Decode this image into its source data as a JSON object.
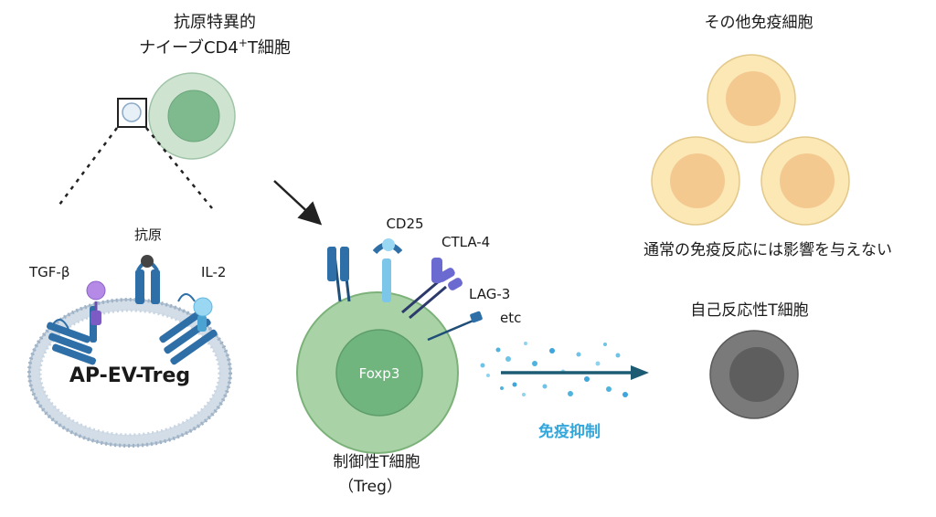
{
  "texts": {
    "naive_title_line1": "抗原特異的",
    "naive_title_line2_main": "ナイーブCD4",
    "naive_title_line2_sup": "+",
    "naive_title_line2_tail": "T細胞",
    "tgf": "TGF-β",
    "antigen": "抗原",
    "il2": "IL-2",
    "vesicle_label": "AP-EV-Treg",
    "cd25": "CD25",
    "ctla4": "CTLA-4",
    "lag3": "LAG-3",
    "etc": "etc",
    "foxp3": "Foxp3",
    "treg_line1": "制御性T細胞",
    "treg_line2": "（Treg）",
    "suppression": "免疫抑制",
    "other_cells": "その他免疫細胞",
    "no_effect": "通常の免疫反応には影響を与えない",
    "autoreactive": "自己反応性T細胞"
  },
  "colors": {
    "naive_outer": "#cfe3d1",
    "naive_inner": "#7fba8e",
    "treg_outer": "#a9d3a7",
    "treg_inner": "#6fb57d",
    "receptor_blue": "#2e6fa8",
    "ligand_purple": "#9b74d6",
    "il2_blue": "#7cc6ea",
    "immune_outer": "#fbe8b5",
    "immune_inner": "#f4c990",
    "autoreactive_outer": "#7a7a7a",
    "autoreactive_inner": "#5e5e5e",
    "arrow_teal": "#1c5b72",
    "suppression_text": "#33a7dc"
  }
}
